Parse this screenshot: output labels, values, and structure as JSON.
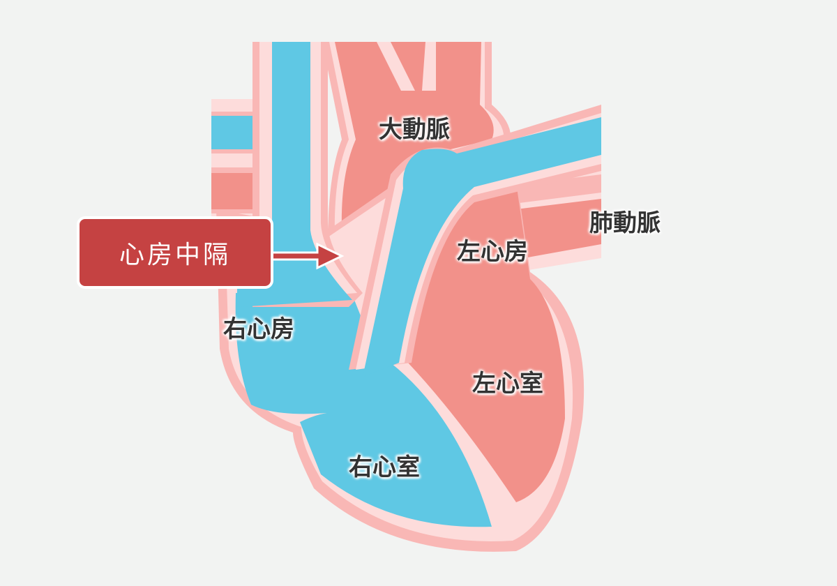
{
  "callout": {
    "label": "心房中隔"
  },
  "labels": {
    "aorta": "大動脈",
    "pulmonary_artery": "肺動脈",
    "left_atrium": "左心房",
    "right_atrium": "右心房",
    "left_ventricle": "左心室",
    "right_ventricle": "右心室"
  },
  "colors": {
    "background": "#f2f3f2",
    "callout": "#c54242",
    "deoxygenated": "#5fc8e4",
    "oxygenated": "#f2918a",
    "tissue": "#fddcdb",
    "border": "#f9b7b5"
  }
}
